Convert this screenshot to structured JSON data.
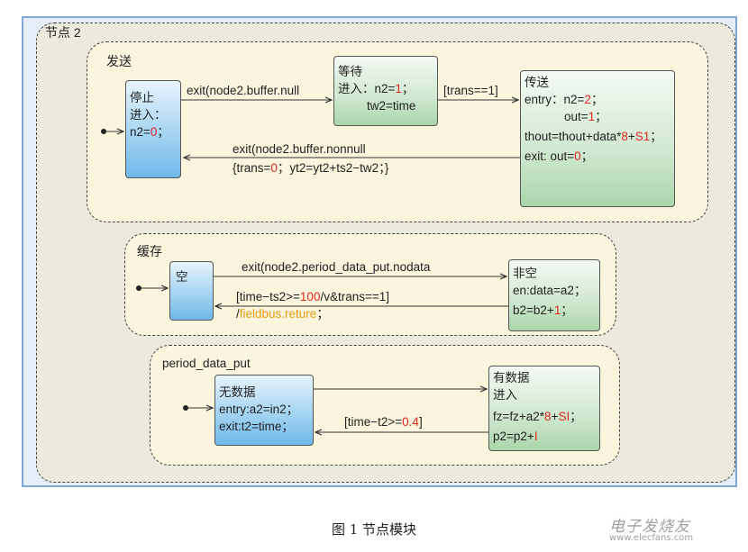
{
  "node2": {
    "title": "节点 2"
  },
  "panels": {
    "send": "发送",
    "cache": "缓存",
    "period": "period_data_put"
  },
  "states": {
    "stop": {
      "title": "停止",
      "line2": "进入：",
      "line3_a": "n2=",
      "line3_b": "0",
      "line3_c": "；"
    },
    "wait": {
      "title": "等待",
      "line2_a": "进入：n2=",
      "line2_b": "1",
      "line2_c": "；",
      "line3": "tw2=time"
    },
    "transmit": {
      "title": "传送",
      "line2_a": "entry：n2=",
      "line2_b": "2",
      "line2_c": "；",
      "line3_a": "out=",
      "line3_b": "1",
      "line3_c": "；",
      "line4_a": "thout=thout+data*",
      "line4_b": "8",
      "line4_c": "+",
      "line4_d": "S1",
      "line4_e": "；",
      "line5_a": "exit: out=",
      "line5_b": "0",
      "line5_c": "；"
    },
    "empty": {
      "title": "空"
    },
    "nonempty": {
      "title": "非空",
      "line2": "en:data=a2；",
      "line3_a": "b2=b2+",
      "line3_b": "1",
      "line3_c": "；"
    },
    "nodata": {
      "title": "无数据",
      "line2": "entry:a2=in2；",
      "line3": "exit:t2=time；"
    },
    "hasdata": {
      "title": "有数据",
      "line2": "进入",
      "line3_a": "fz=fz+a2*",
      "line3_b": "8",
      "line3_c": "+",
      "line3_d": "SI",
      "line3_e": "；",
      "line4_a": "p2=p2+",
      "line4_b": "I"
    }
  },
  "transitions": {
    "stop_to_wait": "exit(node2.buffer.null",
    "wait_to_transmit": "[trans==1]",
    "transmit_to_stop_1": "exit(node2.buffer.nonnull",
    "transmit_to_stop_2_a": "{trans=",
    "transmit_to_stop_2_b": "0",
    "transmit_to_stop_2_c": "；yt2=yt2+ts2−tw2；}",
    "empty_to_nonempty": "exit(node2.period_data_put.nodata",
    "nonempty_to_empty_1_a": "[time−ts2>=",
    "nonempty_to_empty_1_b": "100",
    "nonempty_to_empty_1_c": "/v&trans==1]",
    "nonempty_to_empty_2_a": "/",
    "nonempty_to_empty_2_b": "fieldbus.reture",
    "nonempty_to_empty_2_c": "；",
    "hasdata_to_nodata_a": "[time−t2>=",
    "hasdata_to_nodata_b": "0.4",
    "hasdata_to_nodata_c": "]"
  },
  "caption": "图 1 节点模块",
  "watermark": {
    "logo": "电子发烧友",
    "url": "www.elecfans.com"
  },
  "colors": {
    "red": "#e0281f",
    "orange": "#e59a18",
    "blue_state": "#6fb9ea",
    "green_state": "#a9d6aa"
  }
}
